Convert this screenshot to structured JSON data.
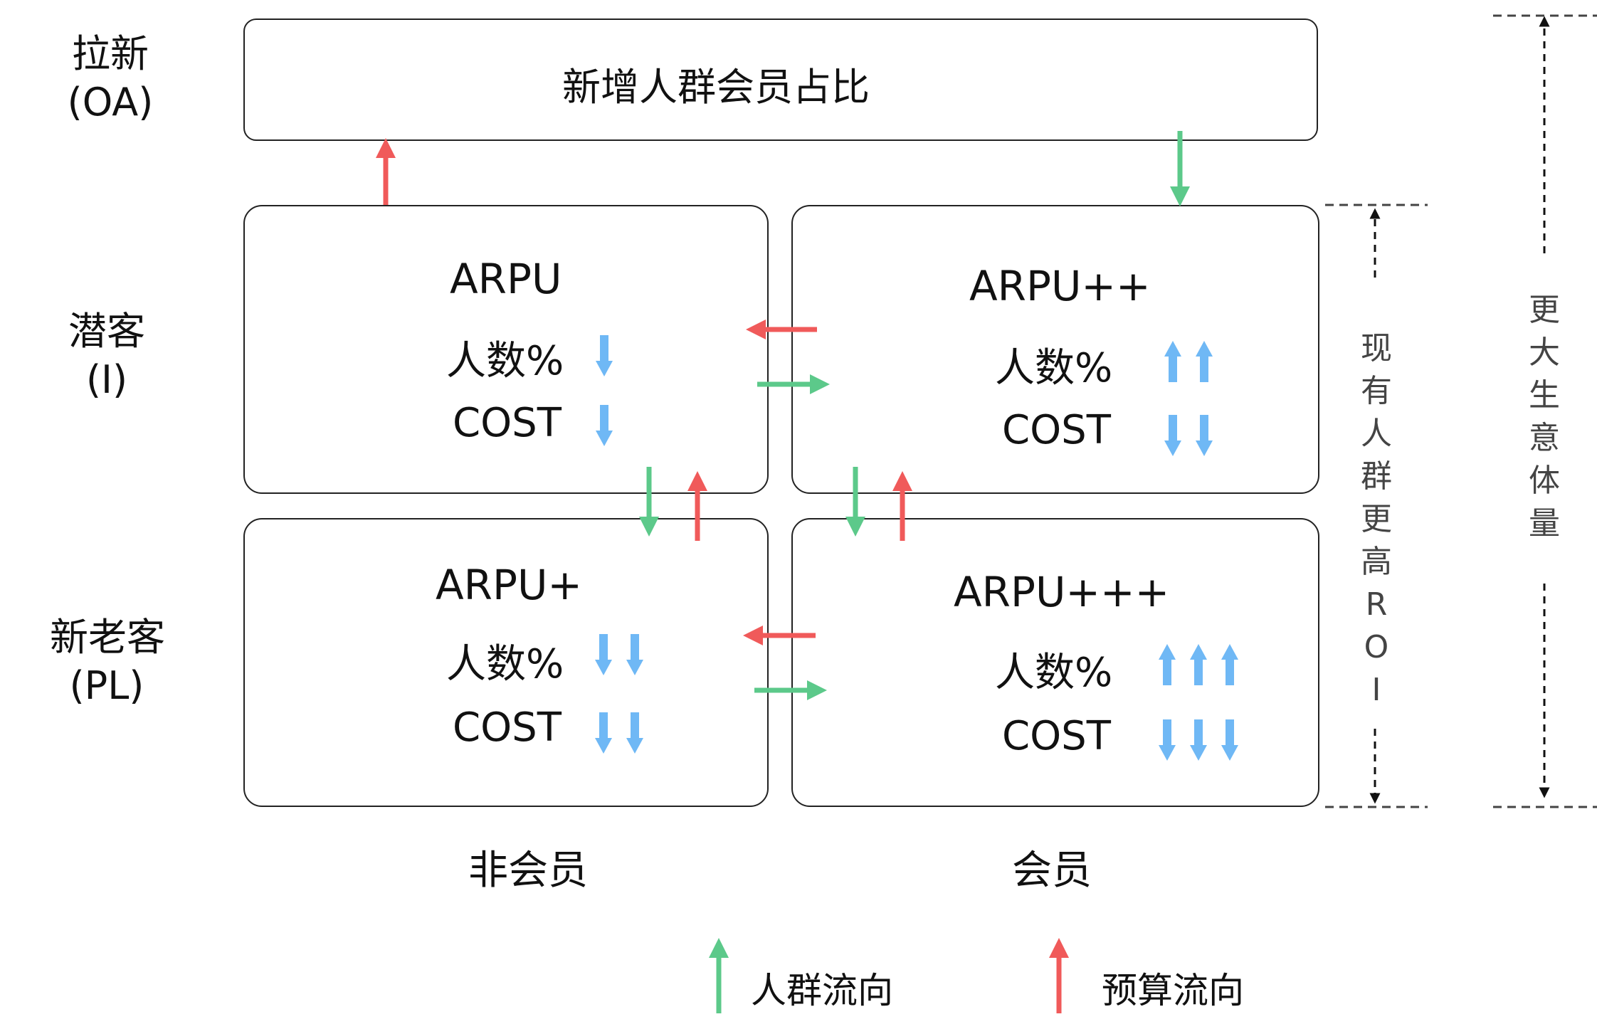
{
  "top_box": {
    "label": "新增人群会员占比"
  },
  "row_labels": [
    {
      "line1": "拉新",
      "line2": "(OA)"
    },
    {
      "line1": "潜客",
      "line2": "(I)"
    },
    {
      "line1": "新老客",
      "line2": "(PL)"
    }
  ],
  "cells": {
    "nonmember_prospect": {
      "metric": "ARPU",
      "count": "人数%",
      "cost": "COST",
      "count_arrows": 1,
      "cost_arrows": 1
    },
    "member_prospect": {
      "metric": "ARPU++",
      "count": "人数%",
      "cost": "COST",
      "count_arrows": 2,
      "cost_arrows": 2
    },
    "nonmember_customer": {
      "metric": "ARPU+",
      "count": "人数%",
      "cost": "COST",
      "count_arrows": 2,
      "cost_arrows": 2
    },
    "member_customer": {
      "metric": "ARPU+++",
      "count": "人数%",
      "cost": "COST",
      "count_arrows": 3,
      "cost_arrows": 3
    }
  },
  "column_labels": {
    "nonmember": "非会员",
    "member": "会员"
  },
  "right_labels": {
    "roi": [
      "现",
      "有",
      "人",
      "群",
      "更",
      "高",
      "R",
      "O",
      "I"
    ],
    "volume": [
      "更",
      "大",
      "生",
      "意",
      "体",
      "量"
    ]
  },
  "legend": {
    "crowd_flow": "人群流向",
    "budget_flow": "预算流向"
  },
  "colors": {
    "crowd_flow": "#5cc98a",
    "budget_flow": "#f05a5a",
    "metric_arrow": "#6fb8f5"
  }
}
